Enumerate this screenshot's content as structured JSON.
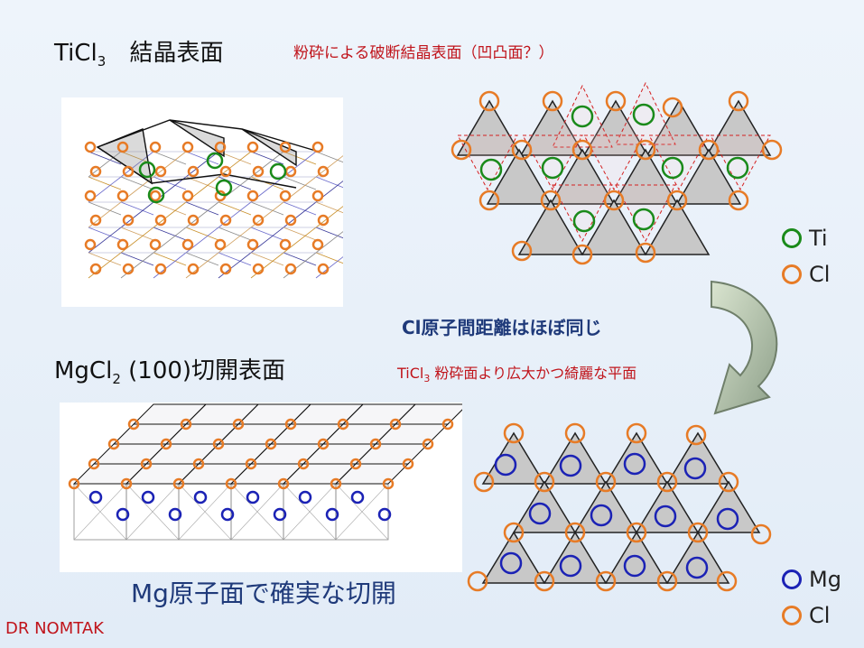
{
  "titles": {
    "ticl3_prefix": "TiCl",
    "ticl3_sub": "3",
    "ticl3_suffix": "結晶表面",
    "ticl3_note": "粉砕による破断結晶表面（凹凸面？）",
    "mgcl2_prefix": "MgCl",
    "mgcl2_sub": "2",
    "mgcl2_suffix": " (100)切開表面"
  },
  "middle": {
    "cl_distance": "Cl原子間距離はほぼ同じ",
    "compare_prefix": "TiCl",
    "compare_sub": "3",
    "compare_suffix": " 粉砕面より広大かつ綺麗な平面"
  },
  "bottom_caption": "Mg原子面で確実な切開",
  "author": "DR NOMTAK",
  "legend_top": [
    {
      "label": "Ti",
      "color": "#1a8a1a"
    },
    {
      "label": "Cl",
      "color": "#e77b26"
    }
  ],
  "legend_bottom": [
    {
      "label": "Mg",
      "color": "#1b22b5"
    },
    {
      "label": "Cl",
      "color": "#e77b26"
    }
  ],
  "colors": {
    "cl": "#e77b26",
    "ti": "#1a8a1a",
    "mg": "#1b22b5",
    "triangle_fill": "#c8c8c8",
    "dashed": "#d42020",
    "arrow_fill": "#a9b9a0",
    "text_red": "#c0141b",
    "text_blue": "#1f3a7a"
  }
}
